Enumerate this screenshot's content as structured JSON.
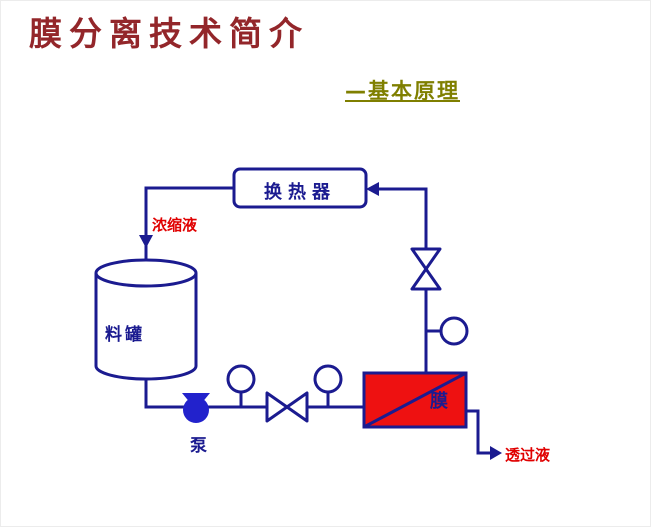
{
  "slide": {
    "title": "膜分离技术简介",
    "subtitle": "—基本原理"
  },
  "diagram": {
    "heat_exchanger_label": "换热器",
    "concentrate_label": "浓缩液",
    "tank_label": "料罐",
    "pump_label": "泵",
    "membrane_label": "膜",
    "permeate_label": "透过液"
  },
  "colors": {
    "pipe_line": "#1b1b90",
    "membrane_fill": "#ee1111",
    "pump_fill": "#2222cc",
    "stream_label_text": "#e00000",
    "title_text": "#93262a",
    "subtitle_text": "#7f7f00"
  }
}
